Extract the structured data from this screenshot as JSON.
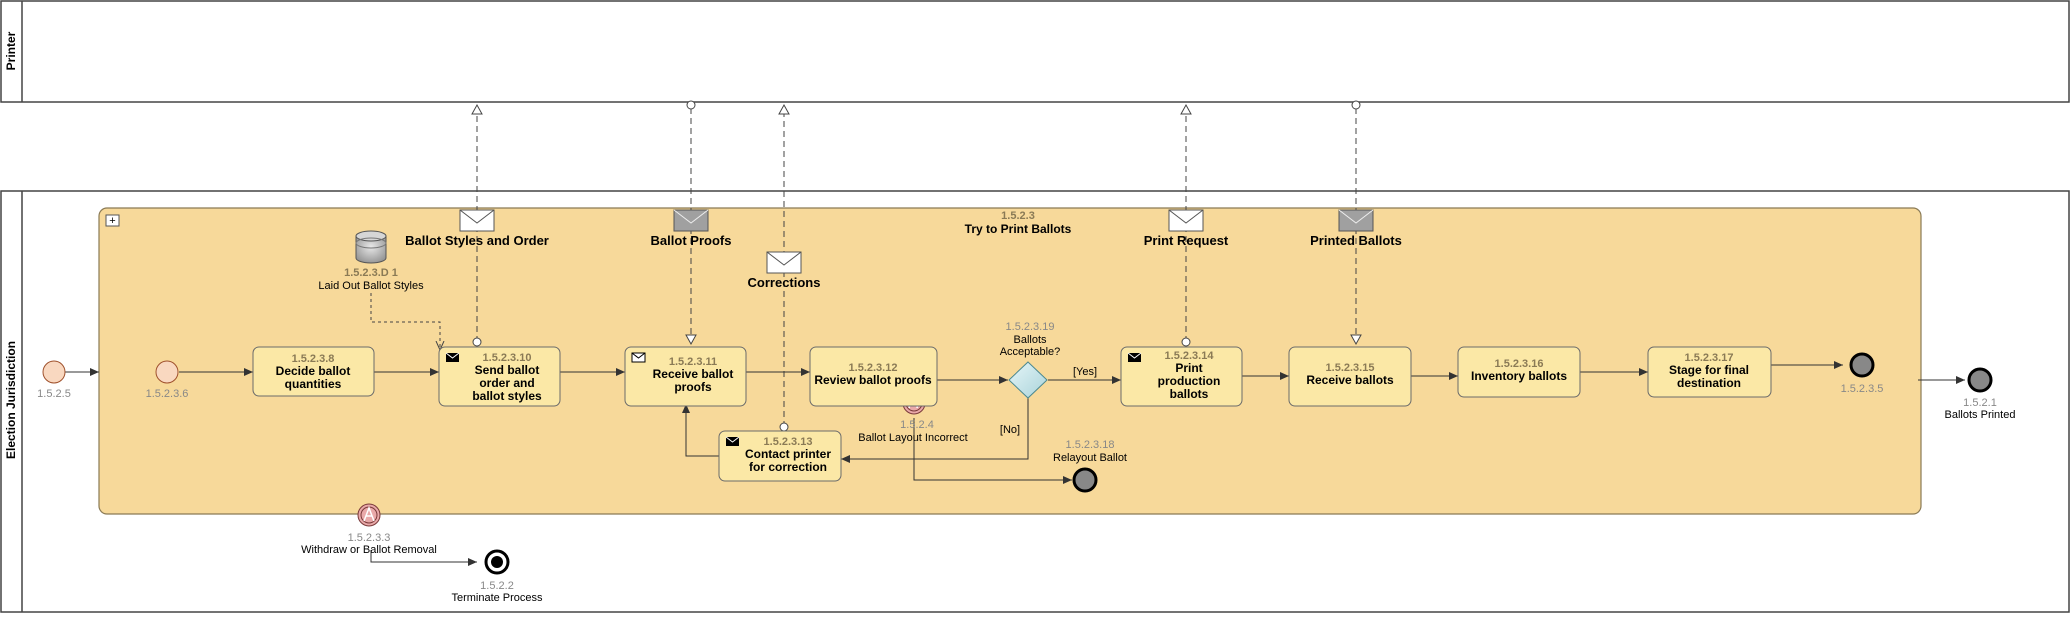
{
  "pools": {
    "printer": "Printer",
    "election": "Election Jurisdiction"
  },
  "subprocess": {
    "id": "1.5.2.3",
    "name": "Try to Print Ballots",
    "marker": "+"
  },
  "events": {
    "start_outer": {
      "id": "1.5.2.5"
    },
    "start_inner": {
      "id": "1.5.2.3.6"
    },
    "end_inner": {
      "id": "1.5.2.3.5"
    },
    "end_outer": {
      "id": "1.5.2.1",
      "name": "Ballots Printed"
    },
    "end_relayout": {
      "id": "1.5.2.3.18",
      "name": "Relayout Ballot"
    },
    "error_boundary": {
      "id": "1.5.2.4",
      "name": "Ballot Layout Incorrect"
    },
    "cancel_boundary": {
      "id": "1.5.2.3.3",
      "name": "Withdraw or Ballot Removal"
    },
    "terminate": {
      "id": "1.5.2.2",
      "name": "Terminate Process"
    }
  },
  "data_store": {
    "id": "1.5.2.3.D 1",
    "name": "Laid Out Ballot Styles"
  },
  "gateway": {
    "id": "1.5.2.3.19",
    "line1": "Ballots",
    "line2": "Acceptable?",
    "yes": "[Yes]",
    "no": "[No]"
  },
  "tasks": {
    "t8": {
      "id": "1.5.2.3.8",
      "l1": "Decide ballot",
      "l2": "quantities",
      "l3": ""
    },
    "t10": {
      "id": "1.5.2.3.10",
      "l1": "Send ballot",
      "l2": "order and",
      "l3": "ballot styles"
    },
    "t11": {
      "id": "1.5.2.3.11",
      "l1": "Receive ballot",
      "l2": "proofs",
      "l3": ""
    },
    "t12": {
      "id": "1.5.2.3.12",
      "l1": "Review ballot proofs",
      "l2": "",
      "l3": ""
    },
    "t13": {
      "id": "1.5.2.3.13",
      "l1": "Contact printer",
      "l2": "for correction",
      "l3": ""
    },
    "t14": {
      "id": "1.5.2.3.14",
      "l1": "Print",
      "l2": "production",
      "l3": "ballots"
    },
    "t15": {
      "id": "1.5.2.3.15",
      "l1": "Receive ballots",
      "l2": "",
      "l3": ""
    },
    "t16": {
      "id": "1.5.2.3.16",
      "l1": "Inventory ballots",
      "l2": "",
      "l3": ""
    },
    "t17": {
      "id": "1.5.2.3.17",
      "l1": "Stage for final",
      "l2": "destination",
      "l3": ""
    }
  },
  "messages": {
    "ballot_styles_order": "Ballot Styles and Order",
    "ballot_proofs": "Ballot Proofs",
    "corrections": "Corrections",
    "print_request": "Print Request",
    "printed_ballots": "Printed Ballots"
  },
  "colors": {
    "subprocess_fill": "#f7d99a",
    "task_fill": "#fbe8a6",
    "start_fill": "#f9d8c0",
    "end_fill": "#888888"
  }
}
